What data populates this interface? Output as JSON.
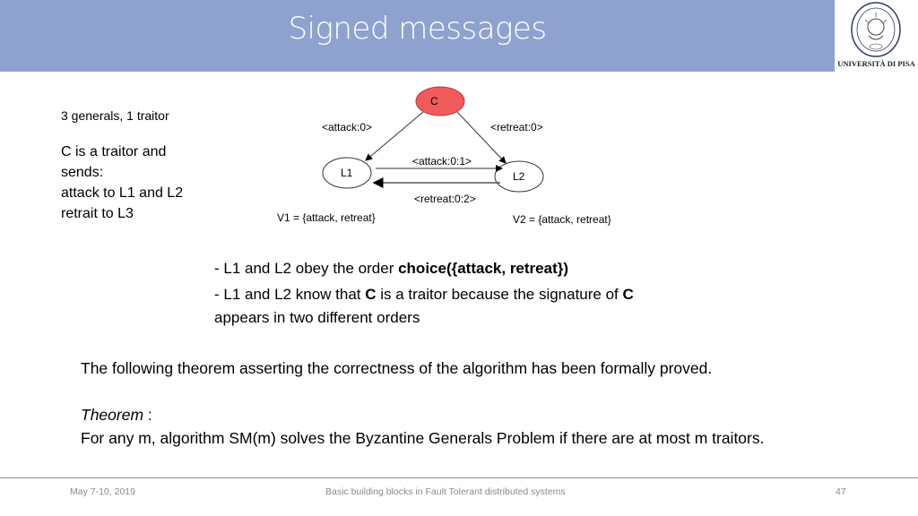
{
  "header": {
    "title": "Signed messages",
    "logo_text": "UNIVERSITÀ DI PISA",
    "background_color": "#8fa2cf"
  },
  "left_notes": {
    "setup": "3 generals, 1 traitor",
    "lines": [
      "C is a traitor and",
      "sends:",
      "attack to L1 and L2",
      "retrait to L3"
    ]
  },
  "diagram": {
    "nodes": [
      {
        "id": "C",
        "label": "C",
        "fill": "#f05a5a"
      },
      {
        "id": "L1",
        "label": "L1",
        "fill": "#ffffff"
      },
      {
        "id": "L2",
        "label": "L2",
        "fill": "#ffffff"
      }
    ],
    "edges": [
      {
        "from": "C",
        "to": "L1",
        "label": "<attack:0>"
      },
      {
        "from": "C",
        "to": "L2",
        "label": "<retreat:0>"
      },
      {
        "from": "L1",
        "to": "L2",
        "label": "<attack:0:1>"
      },
      {
        "from": "L2",
        "to": "L1",
        "label": "<retreat:0:2>"
      }
    ],
    "v1": "V1 = {attack, retreat}",
    "v2": "V2 = {attack, retreat}"
  },
  "bullets": {
    "b1_prefix": "- L1 and L2 obey the order ",
    "b1_bold": "choice({attack, retreat})",
    "b2_part1": "- L1 and L2 know that ",
    "b2_bold1": "C",
    "b2_part2": " is a traitor because the signature of ",
    "b2_bold2": "C",
    "b2_line2": "appears in two different orders"
  },
  "theorem": {
    "intro": "The following theorem asserting the correctness  of the algorithm has been formally proved.",
    "label": "Theorem",
    "label_suffix": " :",
    "statement": "For any m, algorithm SM(m) solves the Byzantine  Generals Problem if there are at most m traitors."
  },
  "footer": {
    "date": "May 7-10, 2019",
    "subject": "Basic building blocks in Fault Tolerant distributed systems",
    "page": "47"
  }
}
